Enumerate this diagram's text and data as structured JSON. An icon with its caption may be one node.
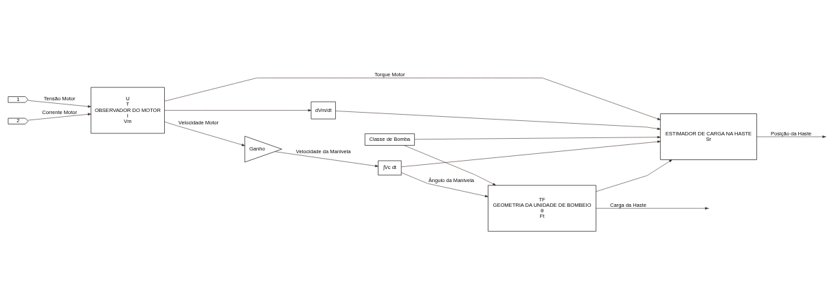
{
  "diagram": {
    "nodes": [
      {
        "text": [
          "1"
        ]
      },
      {
        "text": [
          "2"
        ]
      },
      {
        "text": [
          "U",
          "T",
          "OBSERVADOR DO MOTOR",
          "I",
          "Vm"
        ]
      },
      {
        "text": [
          "dVm/dt"
        ]
      },
      {
        "text": [
          "Ganho"
        ]
      },
      {
        "text": [
          "∫Vc dt"
        ]
      },
      {
        "text": [
          "Classe de Bomba"
        ]
      },
      {
        "text": [
          "ESTIMADOR DE CARGA NA HASTE",
          "Sr"
        ]
      },
      {
        "text": [
          "TF",
          "GEOMETRIA DA UNIDADE DE BOMBEIO",
          "θ",
          "Ft"
        ]
      }
    ],
    "edges": [
      {
        "from": 0,
        "to": 2,
        "arrow": "to",
        "label": "Tensão Motor"
      },
      {
        "from": 1,
        "to": 2,
        "arrow": "to",
        "label": "Corrente Motor"
      },
      {
        "from": 2,
        "to": 7,
        "arrow": "to",
        "label": "Torque Motor"
      },
      {
        "from": 2,
        "to": 4,
        "arrow": "to",
        "label": "Velocidade Motor"
      },
      {
        "from": 2,
        "to": 3,
        "arrow": "to"
      },
      {
        "from": 3,
        "to": 7,
        "arrow": "to"
      },
      {
        "from": 4,
        "to": 5,
        "arrow": "to",
        "label": "Velocidade da Manivela"
      },
      {
        "from": 5,
        "to": 8,
        "arrow": "to",
        "label": "Ângulo da Manivela"
      },
      {
        "from": 5,
        "to": 7,
        "arrow": "to"
      },
      {
        "from": 6,
        "to": 8,
        "arrow": "to"
      },
      {
        "from": 6,
        "to": 7,
        "arrow": "to"
      },
      {
        "from": 8,
        "to": 7,
        "arrow": "to"
      },
      {
        "from": 7,
        "to": null,
        "arrow": "to",
        "label": "Posição da Haste"
      },
      {
        "from": 8,
        "to": null,
        "arrow": "to",
        "label": "Carga da Haste"
      }
    ]
  }
}
